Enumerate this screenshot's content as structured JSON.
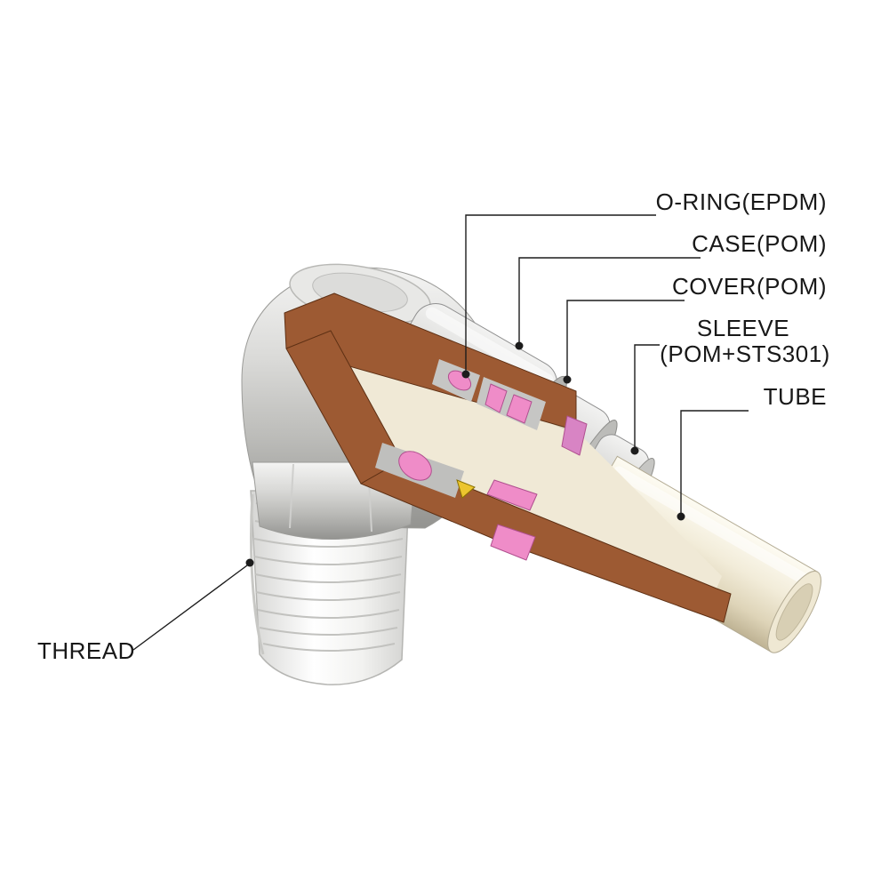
{
  "labels": {
    "o_ring": "O-RING(EPDM)",
    "case": "CASE(POM)",
    "cover": "COVER(POM)",
    "sleeve_line1": "SLEEVE",
    "sleeve_line2": "(POM+STS301)",
    "tube": "TUBE",
    "thread": "THREAD"
  },
  "colors": {
    "cutaway_brown": "#9d5a33",
    "seal_pink": "#ef8cc8",
    "seal_magenta": "#d884c4",
    "tube_cream": "#f0e9d6",
    "stopper_yellow": "#ecc52e",
    "metal_gray": "#c9c9c7",
    "notch_gray": "#c6c6c4",
    "line_black": "#1c1c1c",
    "background": "#ffffff"
  }
}
